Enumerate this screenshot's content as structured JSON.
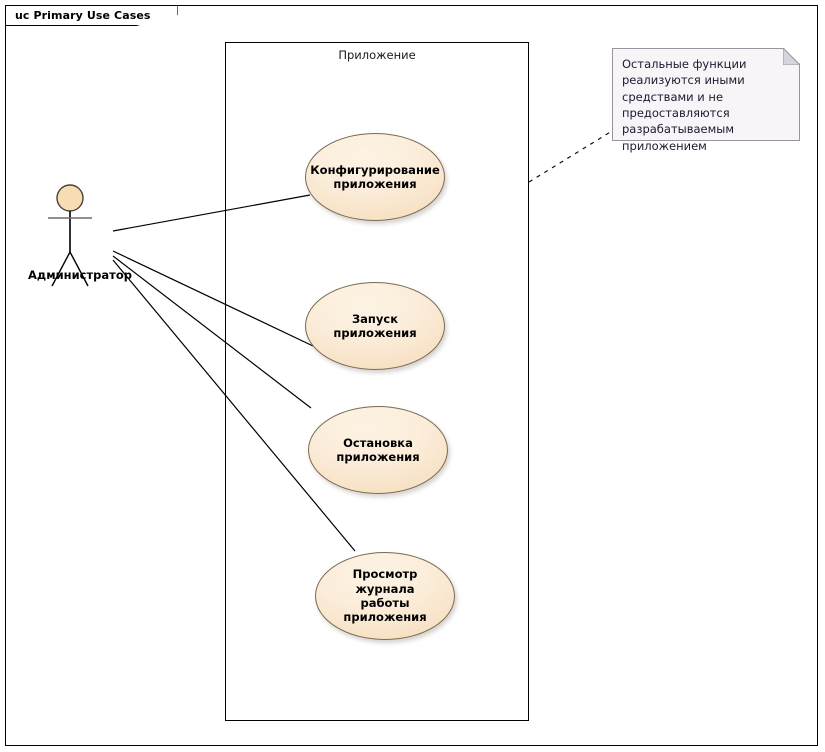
{
  "frame": {
    "tab_label": "uc Primary Use Cases"
  },
  "boundary": {
    "title": "Приложение"
  },
  "actor": {
    "name": "Администратор",
    "icon": "actor-stick-figure"
  },
  "use_cases": [
    {
      "id": "configure",
      "label": "Конфигурирование\nприложения"
    },
    {
      "id": "start",
      "label": "Запуск приложения"
    },
    {
      "id": "stop",
      "label": "Остановка\nприложения"
    },
    {
      "id": "viewlog",
      "label": "Просмотр журнала\nработы приложения"
    }
  ],
  "note": {
    "text": "Остальные функции реализуются иными средствами и не предоставляются разрабатываемым приложением"
  },
  "colors": {
    "usecase_fill_light": "#fdf3e4",
    "usecase_fill_dark": "#f2cfa4",
    "usecase_border": "#7a6a52",
    "note_fill": "#f9f4f8",
    "note_border": "#9a94a0",
    "line": "#000000",
    "frame_border": "#000000"
  }
}
